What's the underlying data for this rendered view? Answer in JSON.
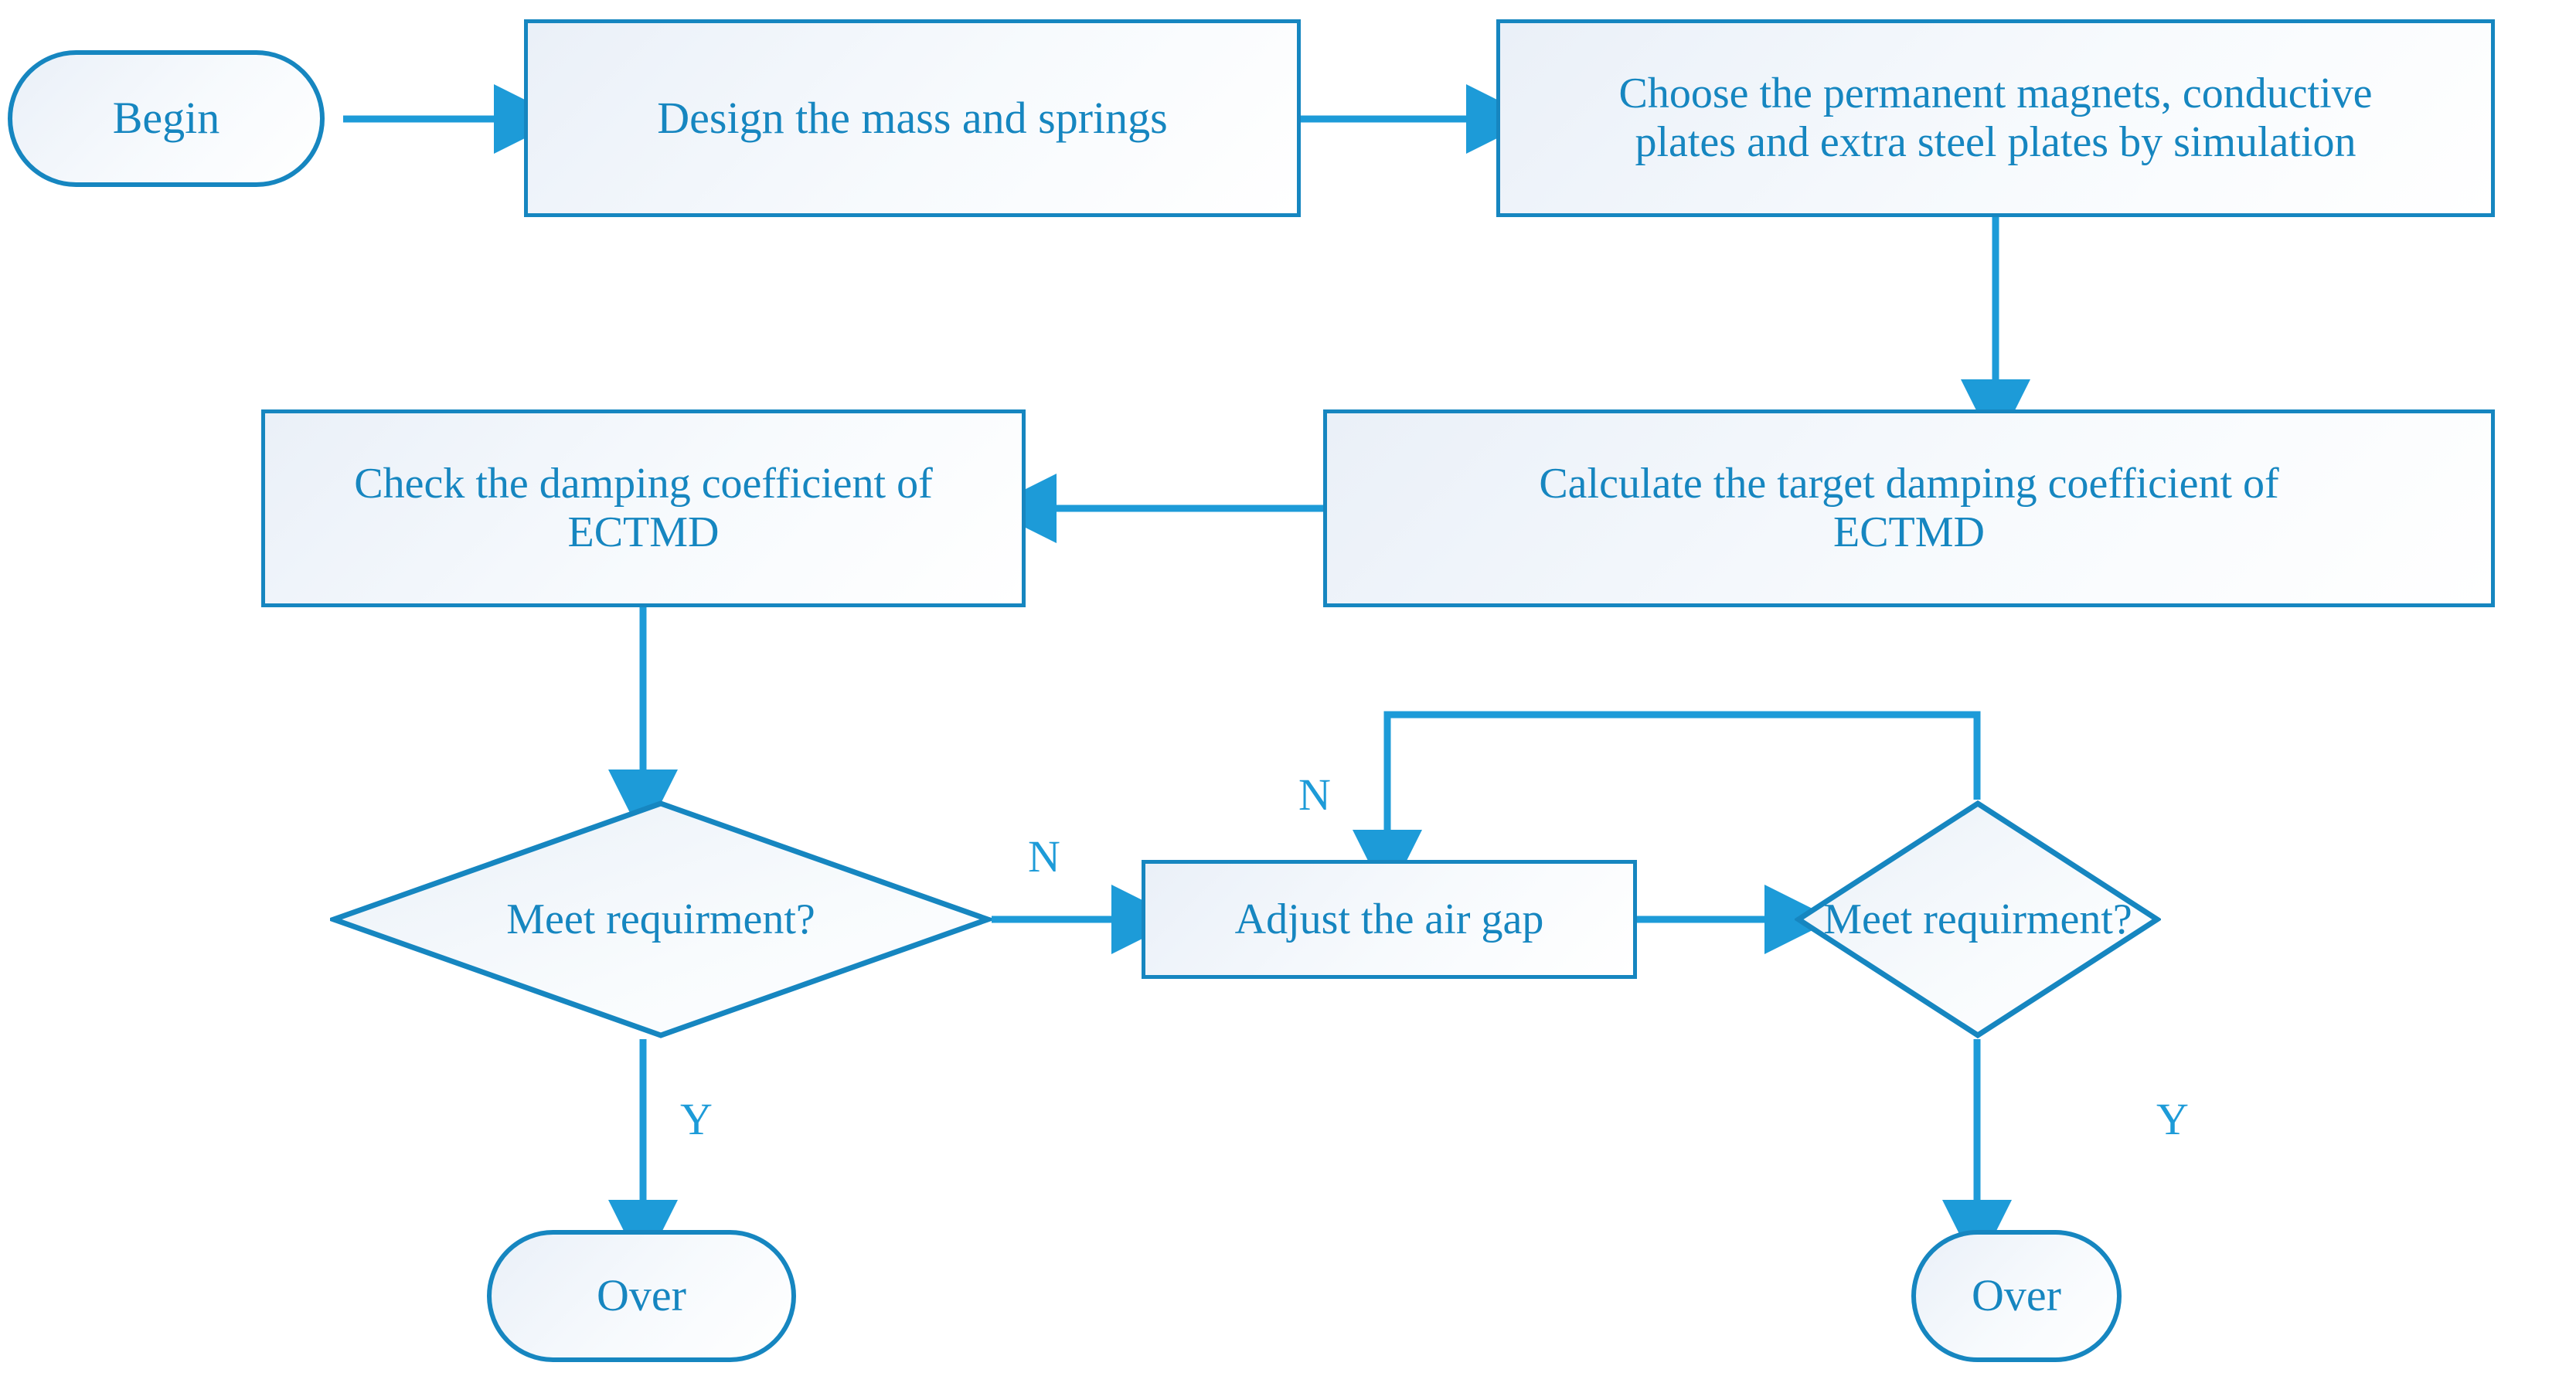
{
  "diagram": {
    "title": "ECTMD design flowchart",
    "accent_color": "#1686c0",
    "arrow_color": "#1d9bd8",
    "node_fill_start": "#eaf0f8",
    "node_fill_end": "#ffffff",
    "background": "#ffffff"
  },
  "nodes": {
    "begin": {
      "label": "Begin",
      "shape": "terminal"
    },
    "design_mass_springs": {
      "label": "Design the mass and springs",
      "shape": "process"
    },
    "choose_components": {
      "label": "Choose the permanent magnets, conductive\nplates and extra steel plates by simulation",
      "shape": "process"
    },
    "calculate_target": {
      "label": "Calculate the target damping coefficient of\nECTMD",
      "shape": "process"
    },
    "check_damping": {
      "label": "Check the damping coefficient of\nECTMD",
      "shape": "process"
    },
    "decision_left": {
      "label": "Meet requirment?",
      "shape": "decision"
    },
    "adjust_air_gap": {
      "label": "Adjust the air gap",
      "shape": "process"
    },
    "decision_right": {
      "label": "Meet requirment?",
      "shape": "decision"
    },
    "over_left": {
      "label": "Over",
      "shape": "terminal"
    },
    "over_right": {
      "label": "Over",
      "shape": "terminal"
    }
  },
  "edge_labels": {
    "left_decision_no": "N",
    "left_decision_yes": "Y",
    "right_decision_no": "N",
    "right_decision_yes": "Y"
  },
  "edges": [
    {
      "from": "begin",
      "to": "design_mass_springs",
      "label": ""
    },
    {
      "from": "design_mass_springs",
      "to": "choose_components",
      "label": ""
    },
    {
      "from": "choose_components",
      "to": "calculate_target",
      "label": ""
    },
    {
      "from": "calculate_target",
      "to": "check_damping",
      "label": ""
    },
    {
      "from": "check_damping",
      "to": "decision_left",
      "label": ""
    },
    {
      "from": "decision_left",
      "to": "adjust_air_gap",
      "label": "N"
    },
    {
      "from": "decision_left",
      "to": "over_left",
      "label": "Y"
    },
    {
      "from": "adjust_air_gap",
      "to": "decision_right",
      "label": ""
    },
    {
      "from": "decision_right",
      "to": "adjust_air_gap",
      "label": "N"
    },
    {
      "from": "decision_right",
      "to": "over_right",
      "label": "Y"
    }
  ]
}
